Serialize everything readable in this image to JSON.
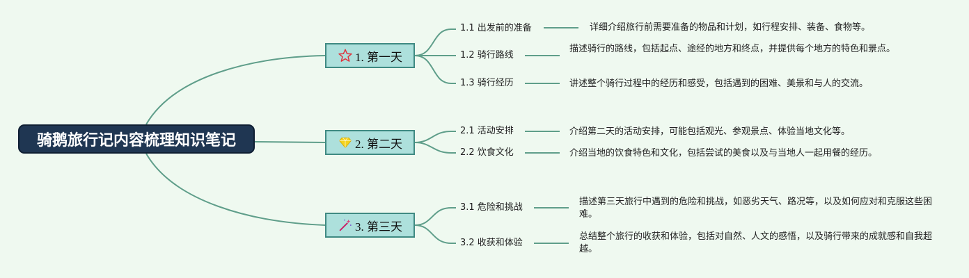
{
  "root": {
    "title": "骑鹅旅行记内容梳理知识笔记"
  },
  "days": [
    {
      "title": "1. 第一天",
      "icon": "star-icon",
      "children": [
        {
          "label": "1.1 出发前的准备",
          "detail": "详细介绍旅行前需要准备的物品和计划，如行程安排、装备、食物等。"
        },
        {
          "label": "1.2 骑行路线",
          "detail": "描述骑行的路线，包括起点、途经的地方和终点，并提供每个地方的特色和景点。"
        },
        {
          "label": "1.3 骑行经历",
          "detail": "讲述整个骑行过程中的经历和感受，包括遇到的困难、美景和与人的交流。"
        }
      ]
    },
    {
      "title": "2. 第二天",
      "icon": "gem-icon",
      "children": [
        {
          "label": "2.1 活动安排",
          "detail": "介绍第二天的活动安排，可能包括观光、参观景点、体验当地文化等。"
        },
        {
          "label": "2.2 饮食文化",
          "detail": "介绍当地的饮食特色和文化，包括尝试的美食以及与当地人一起用餐的经历。"
        }
      ]
    },
    {
      "title": "3. 第三天",
      "icon": "magic-wand-icon",
      "children": [
        {
          "label": "3.1 危险和挑战",
          "detail": "描述第三天旅行中遇到的危险和挑战，如恶劣天气、路况等，以及如何应对和克服这些困难。"
        },
        {
          "label": "3.2 收获和体验",
          "detail": "总结整个旅行的收获和体验，包括对自然、人文的感悟，以及骑行带来的成就感和自我超越。"
        }
      ]
    }
  ],
  "colors": {
    "background": "#eff9f0",
    "root_fill": "#1f3652",
    "day_fill": "#ade0dc",
    "day_border": "#3f8a82",
    "link": "#5f9e8a"
  }
}
